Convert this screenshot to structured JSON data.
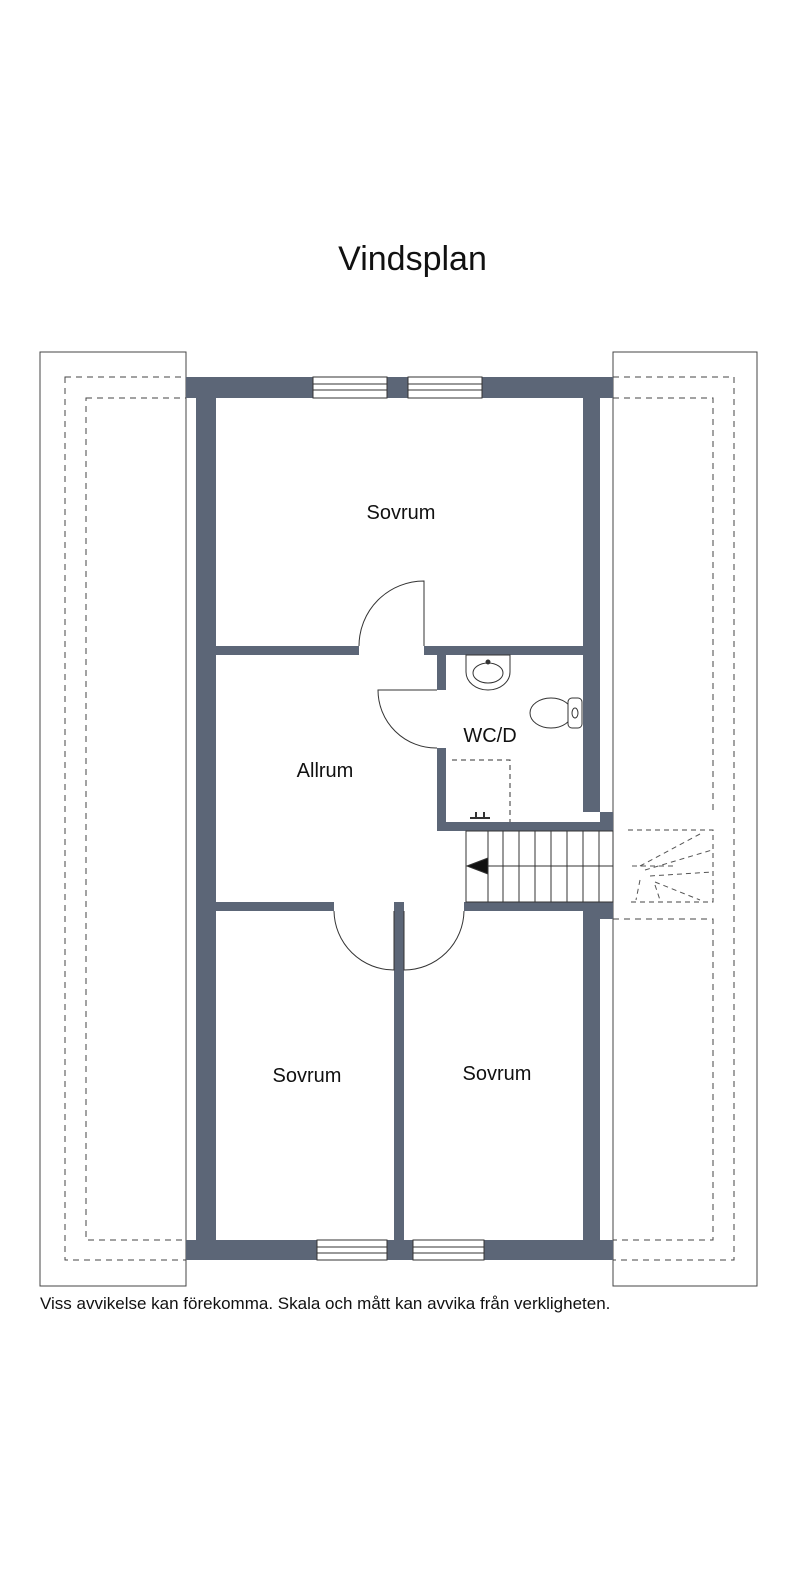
{
  "title": "Vindsplan",
  "rooms": {
    "bedroom_top": "Sovrum",
    "living": "Allrum",
    "wc": "WC/D",
    "bedroom_bottom_left": "Sovrum",
    "bedroom_bottom_right": "Sovrum"
  },
  "disclaimer": "Viss avvikelse kan förekomma. Skala och mått kan avvika från verkligheten.",
  "colors": {
    "wall": "#5c6677",
    "line": "#333333",
    "background": "#ffffff"
  }
}
